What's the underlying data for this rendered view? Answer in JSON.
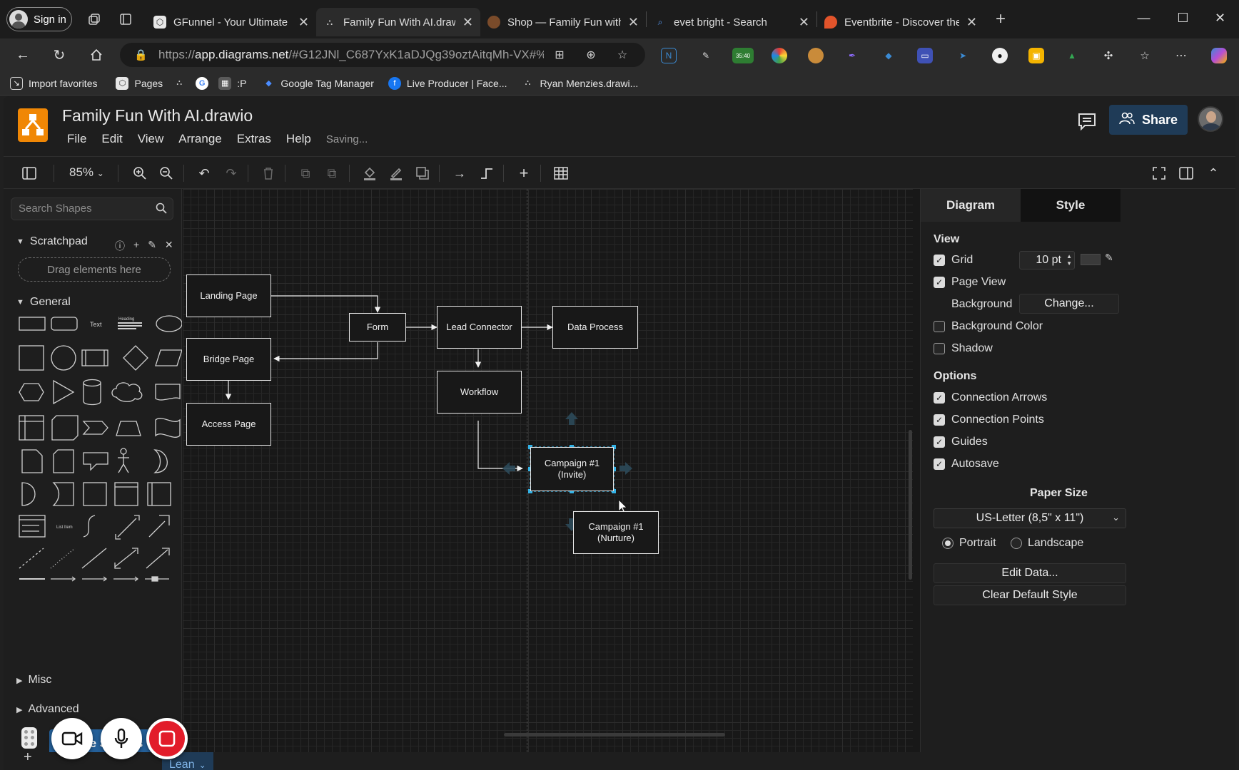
{
  "browser": {
    "signin_label": "Sign in",
    "tabs": [
      {
        "title": "GFunnel - Your Ultimate Busi",
        "favicon": "gfunnel-icon"
      },
      {
        "title": "Family Fun With AI.drawio - d",
        "favicon": "drawio-icon"
      },
      {
        "title": "Shop — Family Fun with AI",
        "favicon": "shop-icon"
      },
      {
        "title": "evet bright - Search",
        "favicon": "search-icon"
      },
      {
        "title": "Eventbrite - Discover the Best",
        "favicon": "eventbrite-icon"
      }
    ],
    "url_prefix": "https://",
    "url_host": "app.diagrams.net",
    "url_rest": "/#G12JNl_C687YxK1aDJQg39oztAitqMh-VX#%...",
    "extension_badge": "35:40",
    "bookmarks": [
      {
        "label": "Import favorites",
        "icon": "import-icon"
      },
      {
        "label": "Pages",
        "icon": "gfunnel-icon"
      },
      {
        "label": "",
        "icon": "drawio-icon"
      },
      {
        "label": "",
        "icon": "google-icon"
      },
      {
        "label": ":P",
        "icon": "bookmark-p-icon"
      },
      {
        "label": "Google Tag Manager",
        "icon": "tag-manager-icon"
      },
      {
        "label": "Live Producer | Face...",
        "icon": "facebook-icon"
      },
      {
        "label": "Ryan Menzies.drawi...",
        "icon": "drawio-icon"
      }
    ]
  },
  "app": {
    "title": "Family Fun With AI.drawio",
    "menu": [
      "File",
      "Edit",
      "View",
      "Arrange",
      "Extras",
      "Help"
    ],
    "status": "Saving...",
    "share_label": "Share",
    "zoom": "85%"
  },
  "left": {
    "search_placeholder": "Search Shapes",
    "scratchpad_label": "Scratchpad",
    "drop_label": "Drag elements here",
    "general_label": "General",
    "misc_label": "Misc",
    "advanced_label": "Advanced",
    "more_shapes_label": "+ More Shapes"
  },
  "diagram": {
    "nodes": {
      "landing": "Landing Page",
      "form": "Form",
      "lead": "Lead Connector",
      "data": "Data Process",
      "bridge": "Bridge Page",
      "workflow": "Workflow",
      "access": "Access Page",
      "campaign1": "Campaign #1\n(Invite)",
      "campaign2": "Campaign #1\n(Nurture)"
    }
  },
  "right": {
    "tab_diagram": "Diagram",
    "tab_style": "Style",
    "view_label": "View",
    "grid_label": "Grid",
    "grid_size": "10 pt",
    "page_view_label": "Page View",
    "background_label": "Background",
    "change_label": "Change...",
    "bg_color_label": "Background Color",
    "shadow_label": "Shadow",
    "options_label": "Options",
    "conn_arrows_label": "Connection Arrows",
    "conn_points_label": "Connection Points",
    "guides_label": "Guides",
    "autosave_label": "Autosave",
    "paper_size_label": "Paper Size",
    "paper_size_value": "US-Letter (8,5\" x 11\")",
    "portrait_label": "Portrait",
    "landscape_label": "Landscape",
    "edit_data_label": "Edit Data...",
    "clear_style_label": "Clear Default Style"
  },
  "bottom": {
    "page_tab_label": "Lean"
  }
}
